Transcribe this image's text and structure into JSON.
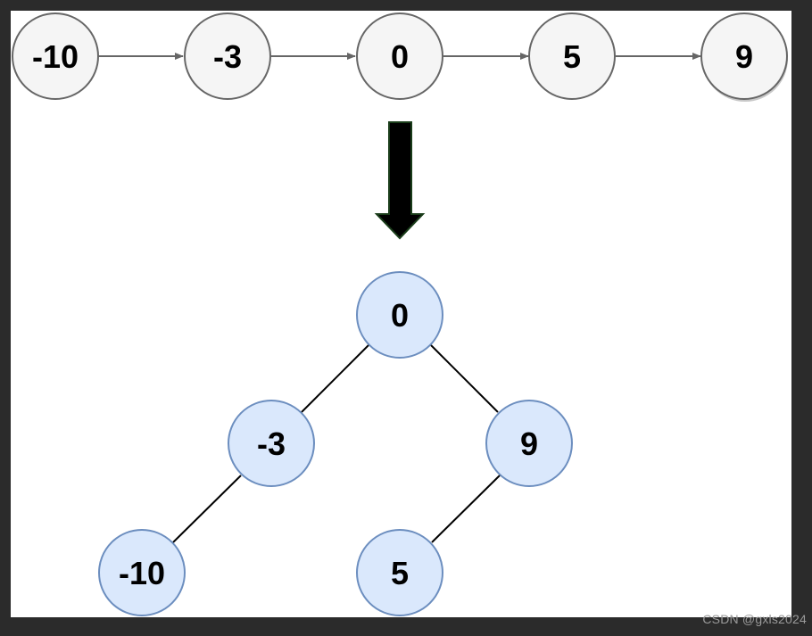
{
  "linked_list": {
    "nodes": [
      "-10",
      "-3",
      "0",
      "5",
      "9"
    ]
  },
  "tree": {
    "root": "0",
    "left": "-3",
    "right": "9",
    "left_left": "-10",
    "right_left": "5"
  },
  "watermark": "CSDN @gxls2024",
  "colors": {
    "frame": "#2b2b2b",
    "canvas": "#ffffff",
    "list_node_fill": "#f5f5f5",
    "list_node_stroke": "#666666",
    "tree_node_fill": "#dae8fc",
    "tree_node_stroke": "#6c8ebf",
    "arrow": "#000000"
  }
}
